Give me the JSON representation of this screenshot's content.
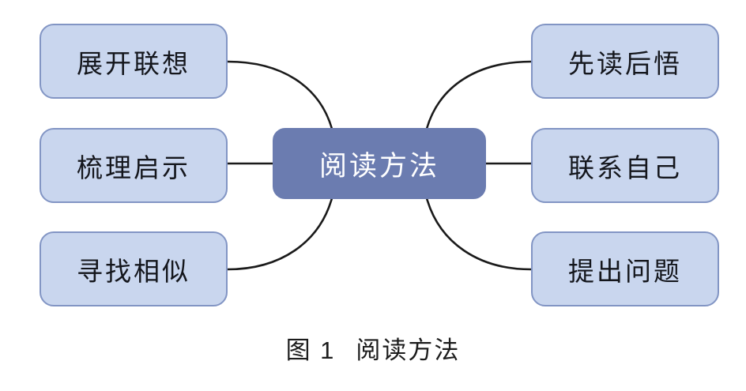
{
  "diagram": {
    "type": "mind-map",
    "center": {
      "label": "阅读方法",
      "fill": "#6b7cb0",
      "text_color": "#ffffff"
    },
    "node_style": {
      "fill": "#c9d6ee",
      "border": "#8295c4",
      "text_color": "#14161c"
    },
    "connector_color": "#1a1a1a",
    "left_branches": [
      {
        "label": "展开联想"
      },
      {
        "label": "梳理启示"
      },
      {
        "label": "寻找相似"
      }
    ],
    "right_branches": [
      {
        "label": "先读后悟"
      },
      {
        "label": "联系自己"
      },
      {
        "label": "提出问题"
      }
    ]
  },
  "caption": {
    "figure_label": "图 1",
    "figure_title": "阅读方法"
  }
}
